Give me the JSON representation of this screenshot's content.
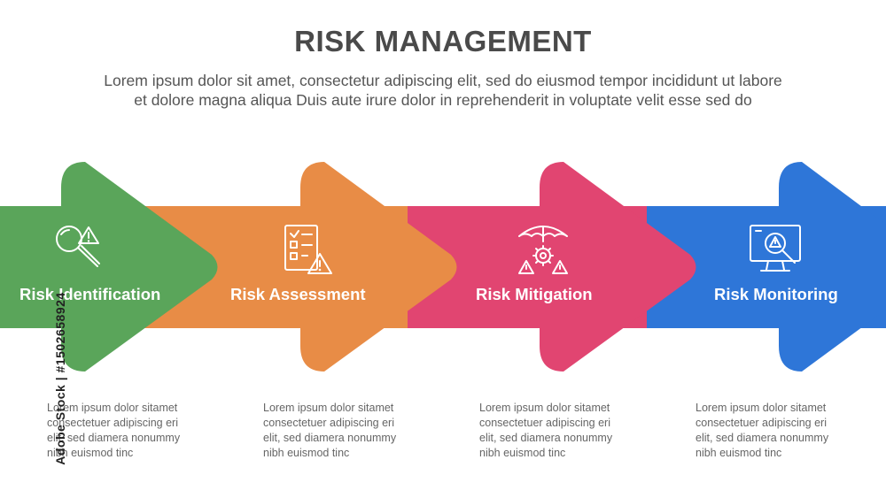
{
  "title": "RISK MANAGEMENT",
  "subtitle": {
    "line1": "Lorem ipsum dolor sit amet, consectetur adipiscing elit, sed do eiusmod tempor incididunt ut labore",
    "line2": "et dolore magna aliqua Duis aute irure dolor in reprehenderit in voluptate velit esse sed do"
  },
  "steps": [
    {
      "label": "Risk Identification",
      "color": "#5aa55a",
      "icon": "magnifier-warning-icon",
      "desc": [
        "Lorem ipsum dolor sitamet",
        "consectetuer adipiscing eri",
        "elit, sed diamera nonummy",
        "nibh euismod tinc"
      ]
    },
    {
      "label": "Risk Assessment",
      "color": "#e88c46",
      "icon": "checklist-warning-icon",
      "desc": [
        "Lorem ipsum dolor sitamet",
        "consectetuer adipiscing eri",
        "elit, sed diamera nonummy",
        "nibh euismod tinc"
      ]
    },
    {
      "label": "Risk Mitigation",
      "color": "#e14571",
      "icon": "umbrella-gear-icon",
      "desc": [
        "Lorem ipsum dolor sitamet",
        "consectetuer adipiscing eri",
        "elit, sed diamera nonummy",
        "nibh euismod tinc"
      ]
    },
    {
      "label": "Risk Monitoring",
      "color": "#2e76d8",
      "icon": "monitor-warning-icon",
      "desc": [
        "Lorem ipsum dolor sitamet",
        "consectetuer adipiscing eri",
        "elit, sed diamera nonummy",
        "nibh euismod tinc"
      ]
    }
  ],
  "credit": "Adobe Stock | #1502658924"
}
